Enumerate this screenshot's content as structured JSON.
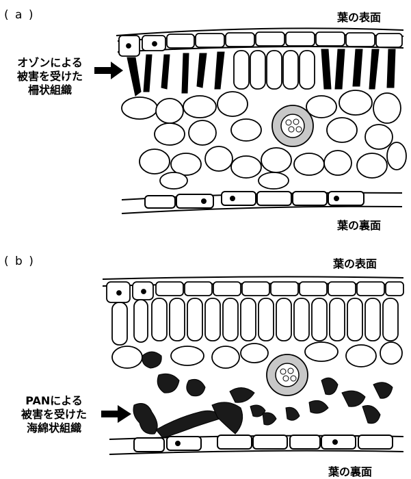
{
  "panel_a": {
    "label": "( a )",
    "top_label": "葉の表面",
    "bottom_label": "葉の裏面",
    "callout": [
      "オゾンによる",
      "被害を受けた",
      "柵状組織"
    ]
  },
  "panel_b": {
    "label": "( b )",
    "top_label": "葉の表面",
    "bottom_label": "葉の裏面",
    "callout": [
      "PANによる",
      "被害を受けた",
      "海綿状組織"
    ]
  },
  "colors": {
    "ink": "#000000",
    "cell_fill": "#ffffff",
    "damaged_fill": "#1a1a1a",
    "vein_fill": "#c8c8c8"
  }
}
